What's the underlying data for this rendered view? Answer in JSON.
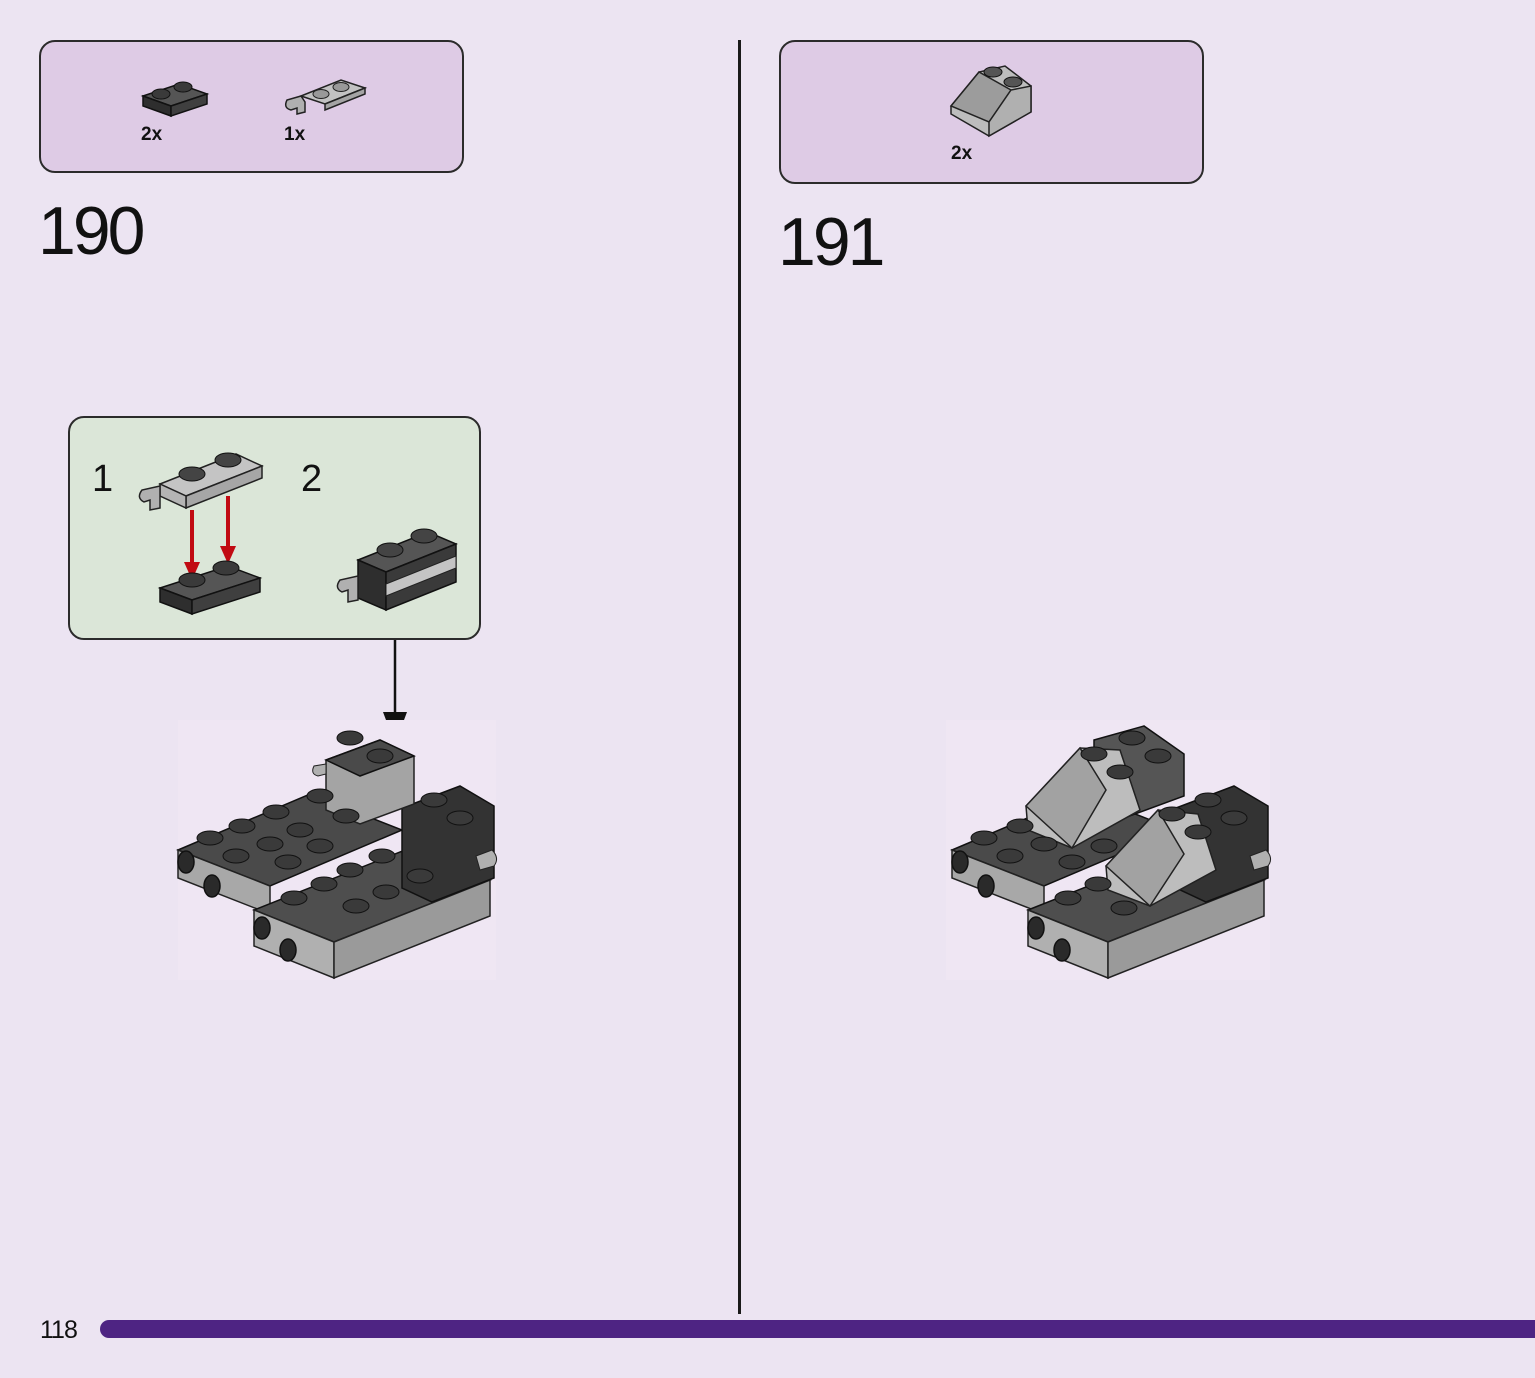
{
  "page": {
    "number": "118",
    "accent": "#4e2483"
  },
  "steps": [
    {
      "number": "190",
      "parts": [
        {
          "icon": "dark-gray-plate-1x2-icon",
          "qty": "2x"
        },
        {
          "icon": "light-gray-clip-plate-icon",
          "qty": "1x"
        }
      ],
      "substeps": [
        "1",
        "2"
      ]
    },
    {
      "number": "191",
      "parts": [
        {
          "icon": "light-gray-slope-2x2-icon",
          "qty": "2x"
        }
      ]
    }
  ]
}
